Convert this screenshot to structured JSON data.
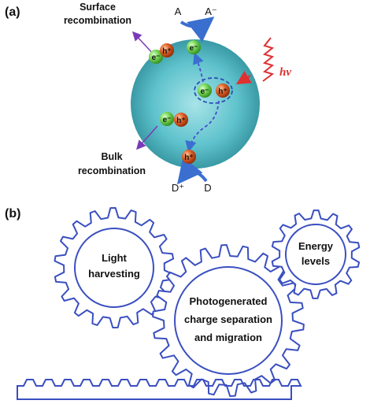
{
  "panel_a": {
    "label": "(a)",
    "surface_recombination": [
      "Surface",
      "recombination"
    ],
    "bulk_recombination": [
      "Bulk",
      "recombination"
    ],
    "acceptor": "A",
    "acceptor_reduced": "A⁻",
    "donor": "D",
    "donor_oxidized": "D⁺",
    "light": "hv",
    "electron": "e⁻",
    "hole": "h⁺",
    "colors": {
      "sphere": "#4fb8c4",
      "electron": "#6ad04a",
      "hole": "#d9541f",
      "light": "#e03030",
      "arrows": "#3a6fd0",
      "recombination_arrows": "#7a3ab8"
    }
  },
  "panel_b": {
    "label": "(b)",
    "gear_left": [
      "Light",
      "harvesting"
    ],
    "gear_center": [
      "Photogenerated",
      "charge separation",
      "and migration"
    ],
    "gear_right": [
      "Energy",
      "levels"
    ],
    "colors": {
      "gear_stroke": "#3a4fc0"
    }
  }
}
